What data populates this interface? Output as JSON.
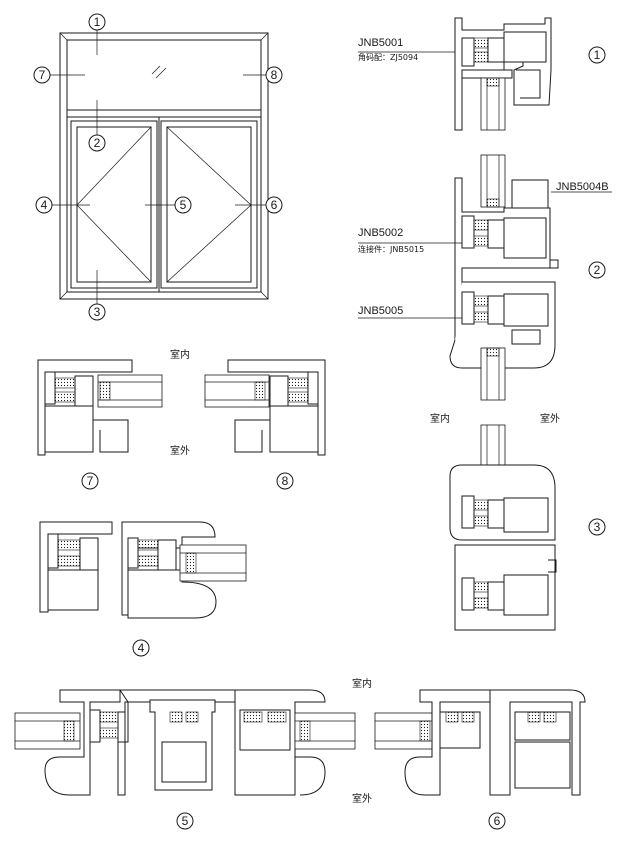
{
  "labels": {
    "jnb5001": "JNB5001",
    "jnb5001_sub": "角码配：ZJ5094",
    "jnb5004b": "JNB5004B",
    "jnb5002": "JNB5002",
    "jnb5002_sub": "连接件：JNB5015",
    "jnb5005": "JNB5005",
    "indoor": "室内",
    "outdoor": "室外"
  },
  "markers": {
    "m1": "1",
    "m2": "2",
    "m3": "3",
    "m4": "4",
    "m5": "5",
    "m6": "6",
    "m7": "7",
    "m8": "8"
  }
}
